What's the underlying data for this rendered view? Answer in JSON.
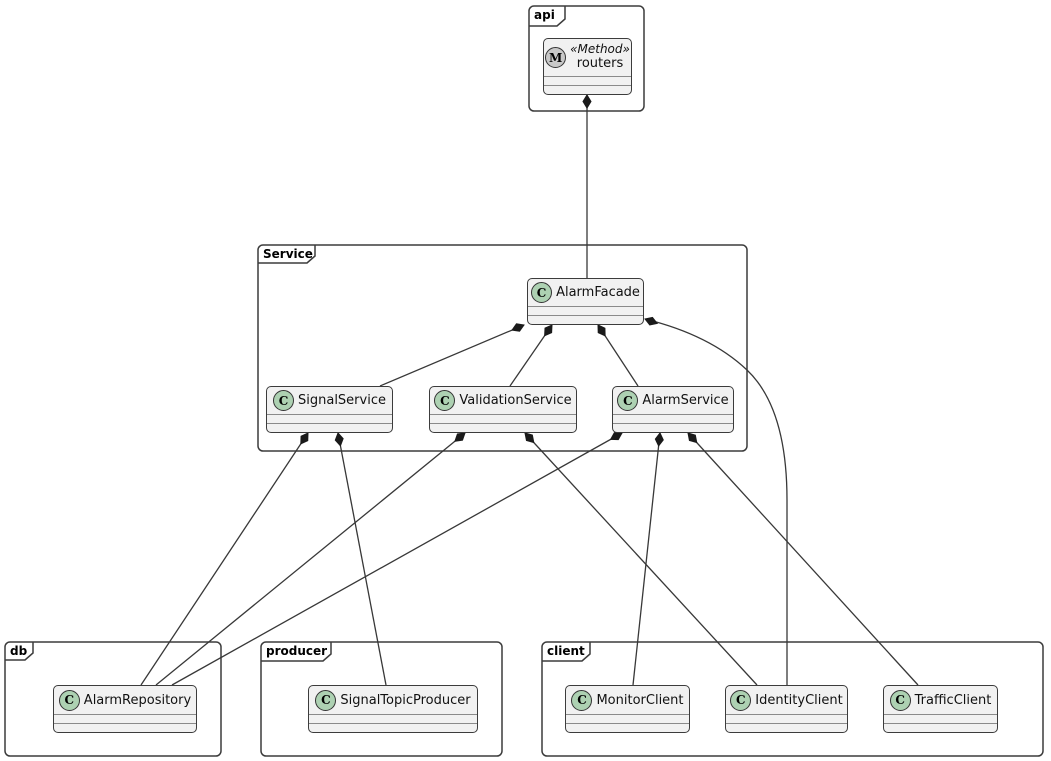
{
  "diagram_type": "uml-class-diagram",
  "colors": {
    "background": "#ffffff",
    "class_fill": "#f1f1f1",
    "border": "#3c3c3c",
    "edge": "#383838",
    "spot_class_fill": "#ADD1B2",
    "spot_method_fill": "#c8c8c8"
  },
  "packages": [
    {
      "label": "api"
    },
    {
      "label": "Service"
    },
    {
      "label": "db"
    },
    {
      "label": "producer"
    },
    {
      "label": "client"
    }
  ],
  "classes": [
    {
      "name": "routers",
      "spot": "M",
      "stereotype": "«Method»",
      "package": "api"
    },
    {
      "name": "AlarmFacade",
      "spot": "C",
      "package": "Service"
    },
    {
      "name": "SignalService",
      "spot": "C",
      "package": "Service"
    },
    {
      "name": "ValidationService",
      "spot": "C",
      "package": "Service"
    },
    {
      "name": "AlarmService",
      "spot": "C",
      "package": "Service"
    },
    {
      "name": "AlarmRepository",
      "spot": "C",
      "package": "db"
    },
    {
      "name": "SignalTopicProducer",
      "spot": "C",
      "package": "producer"
    },
    {
      "name": "MonitorClient",
      "spot": "C",
      "package": "client"
    },
    {
      "name": "IdentityClient",
      "spot": "C",
      "package": "client"
    },
    {
      "name": "TrafficClient",
      "spot": "C",
      "package": "client"
    }
  ],
  "relations": [
    {
      "from": "routers",
      "to": "AlarmFacade",
      "type": "composition"
    },
    {
      "from": "AlarmFacade",
      "to": "SignalService",
      "type": "composition"
    },
    {
      "from": "AlarmFacade",
      "to": "ValidationService",
      "type": "composition"
    },
    {
      "from": "AlarmFacade",
      "to": "AlarmService",
      "type": "composition"
    },
    {
      "from": "AlarmFacade",
      "to": "IdentityClient",
      "type": "composition"
    },
    {
      "from": "SignalService",
      "to": "AlarmRepository",
      "type": "composition"
    },
    {
      "from": "SignalService",
      "to": "SignalTopicProducer",
      "type": "composition"
    },
    {
      "from": "ValidationService",
      "to": "AlarmRepository",
      "type": "composition"
    },
    {
      "from": "ValidationService",
      "to": "IdentityClient",
      "type": "composition"
    },
    {
      "from": "AlarmService",
      "to": "AlarmRepository",
      "type": "composition"
    },
    {
      "from": "AlarmService",
      "to": "MonitorClient",
      "type": "composition"
    },
    {
      "from": "AlarmService",
      "to": "TrafficClient",
      "type": "composition"
    }
  ]
}
